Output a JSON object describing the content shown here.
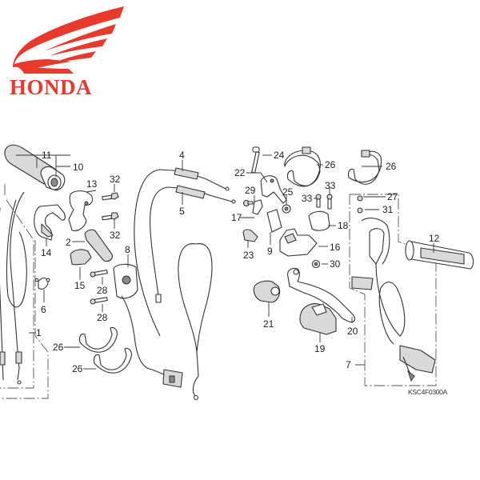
{
  "brand": {
    "name": "HONDA",
    "logo_icon": "honda-wing-icon",
    "color": "#e8392c"
  },
  "diagram": {
    "title": "Handlebar / Lever / Switch / Cable assembly",
    "code": "KSC4F0300A",
    "callouts": [
      {
        "id": "c1",
        "number": "1"
      },
      {
        "id": "c2",
        "number": "2"
      },
      {
        "id": "c4",
        "number": "4"
      },
      {
        "id": "c5",
        "number": "5"
      },
      {
        "id": "c6",
        "number": "6"
      },
      {
        "id": "c7",
        "number": "7"
      },
      {
        "id": "c8",
        "number": "8"
      },
      {
        "id": "c9",
        "number": "9"
      },
      {
        "id": "c10",
        "number": "10"
      },
      {
        "id": "c11",
        "number": "11"
      },
      {
        "id": "c12",
        "number": "12"
      },
      {
        "id": "c13",
        "number": "13"
      },
      {
        "id": "c14",
        "number": "14"
      },
      {
        "id": "c15",
        "number": "15"
      },
      {
        "id": "c16",
        "number": "16"
      },
      {
        "id": "c17",
        "number": "17"
      },
      {
        "id": "c18",
        "number": "18"
      },
      {
        "id": "c19",
        "number": "19"
      },
      {
        "id": "c20",
        "number": "20"
      },
      {
        "id": "c21",
        "number": "21"
      },
      {
        "id": "c22",
        "number": "22"
      },
      {
        "id": "c23",
        "number": "23"
      },
      {
        "id": "c24",
        "number": "24"
      },
      {
        "id": "c25",
        "number": "25"
      },
      {
        "id": "c26a",
        "number": "26"
      },
      {
        "id": "c26b",
        "number": "26"
      },
      {
        "id": "c26c",
        "number": "26"
      },
      {
        "id": "c26d",
        "number": "26"
      },
      {
        "id": "c27",
        "number": "27"
      },
      {
        "id": "c28a",
        "number": "28"
      },
      {
        "id": "c28b",
        "number": "28"
      },
      {
        "id": "c29",
        "number": "29"
      },
      {
        "id": "c30",
        "number": "30"
      },
      {
        "id": "c31",
        "number": "31"
      },
      {
        "id": "c32a",
        "number": "32"
      },
      {
        "id": "c32b",
        "number": "32"
      },
      {
        "id": "c33a",
        "number": "33"
      },
      {
        "id": "c33b",
        "number": "33"
      }
    ]
  }
}
